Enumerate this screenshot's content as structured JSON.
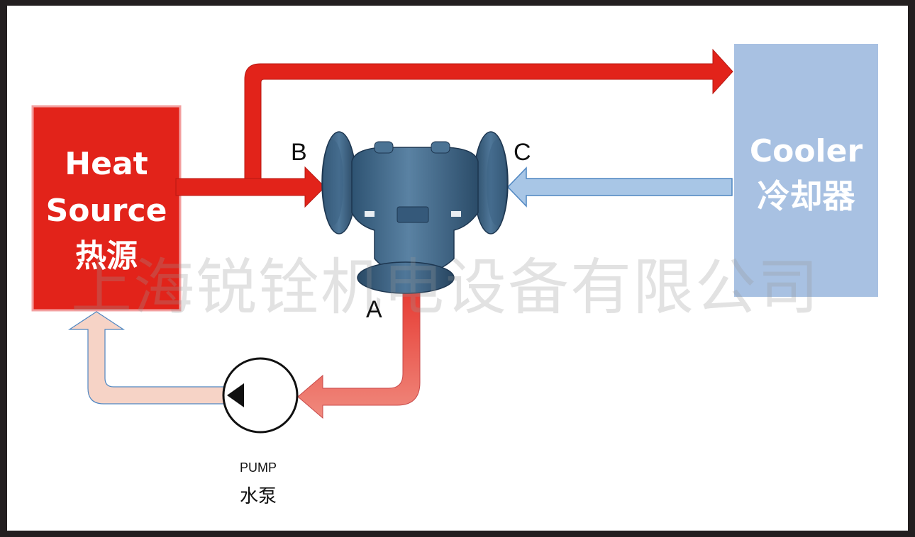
{
  "heat_source": {
    "title_en_line1": "Heat",
    "title_en_line2": "Source",
    "title_cn": "热源",
    "color": "#e2231a"
  },
  "cooler": {
    "title_en": "Cooler",
    "title_cn": "冷却器",
    "color": "#a8c1e2"
  },
  "ports": {
    "a": "A",
    "b": "B",
    "c": "C"
  },
  "pump": {
    "label_en": "PUMP",
    "label_cn": "水泵"
  },
  "watermark": "上海锐铨机电设备有限公司",
  "colors": {
    "hot": "#e2231a",
    "cold": "#a8c6e6",
    "return": "#f6c8b8",
    "valve": "#3d6485",
    "frame": "#231f20"
  }
}
